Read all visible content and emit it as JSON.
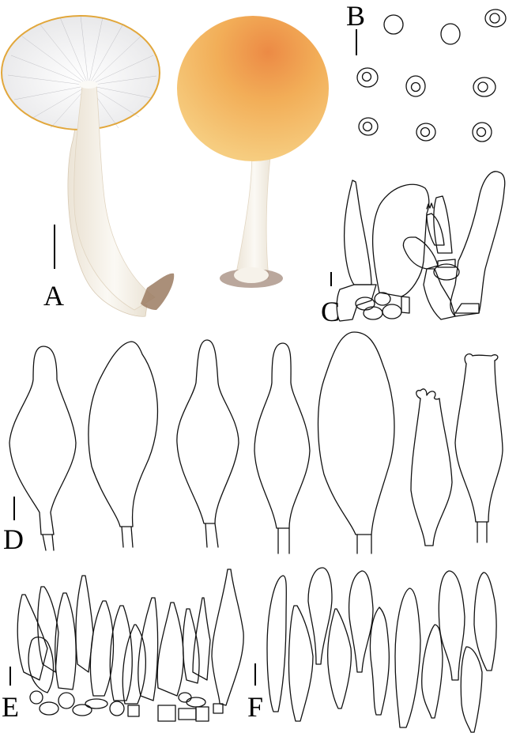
{
  "figure": {
    "type": "taxonomic-plate",
    "panels": [
      {
        "id": "A",
        "label": "A",
        "content": "Basidiomata watercolor illustration: underside view showing gills and stipe; top view showing orange-yellow pileus",
        "colors": {
          "pileus": "#f2b357",
          "pileus_center": "#ec8f45",
          "pileus_margin": "#e0a53c",
          "gills": "#f1f1f1",
          "stipe": "#f7f3ec",
          "stipe_base": "#8c6c5a"
        }
      },
      {
        "id": "B",
        "label": "B",
        "content": "Basidiospores (9 outlines)"
      },
      {
        "id": "C",
        "label": "C",
        "content": "Basidia and basidioles"
      },
      {
        "id": "D",
        "label": "D",
        "content": "Cheilocystidia (7 outlines)"
      },
      {
        "id": "E",
        "label": "E",
        "content": "Pileipellis elements"
      },
      {
        "id": "F",
        "label": "F",
        "content": "Caulocystidia (12 outlines)"
      }
    ],
    "scale_bar": "vertical line beside each panel letter"
  }
}
